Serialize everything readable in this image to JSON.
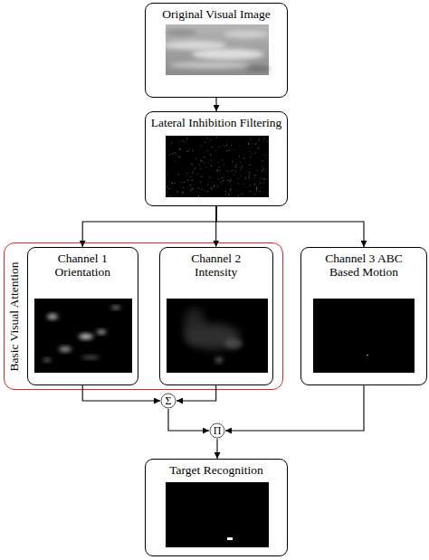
{
  "diagram": {
    "nodes": [
      {
        "text": [
          "Original Visual Image"
        ]
      },
      {
        "text": [
          "Lateral Inhibition Filtering"
        ]
      },
      {
        "text": [
          "Basic Visual Attention"
        ]
      },
      {
        "text": [
          "Channel 1 Orientation"
        ],
        "in": 2
      },
      {
        "text": [
          "Channel 2 Intensity"
        ],
        "in": 2
      },
      {
        "text": [
          "Channel 3 ABC Based Motion"
        ]
      },
      {
        "text": [
          "Σ"
        ]
      },
      {
        "text": [
          "Π"
        ]
      },
      {
        "text": [
          "Target Recognition"
        ]
      }
    ],
    "edges": [
      {
        "from": 0,
        "to": 1,
        "arrow": "to"
      },
      {
        "from": 1,
        "to": 3,
        "arrow": "to"
      },
      {
        "from": 1,
        "to": 4,
        "arrow": "to"
      },
      {
        "from": 1,
        "to": 5,
        "arrow": "to"
      },
      {
        "from": 3,
        "to": 6,
        "arrow": "to"
      },
      {
        "from": 4,
        "to": 6,
        "arrow": "to"
      },
      {
        "from": 6,
        "to": 7,
        "arrow": "to"
      },
      {
        "from": 5,
        "to": 7,
        "arrow": "to"
      },
      {
        "from": 7,
        "to": 8,
        "arrow": "to"
      }
    ]
  }
}
